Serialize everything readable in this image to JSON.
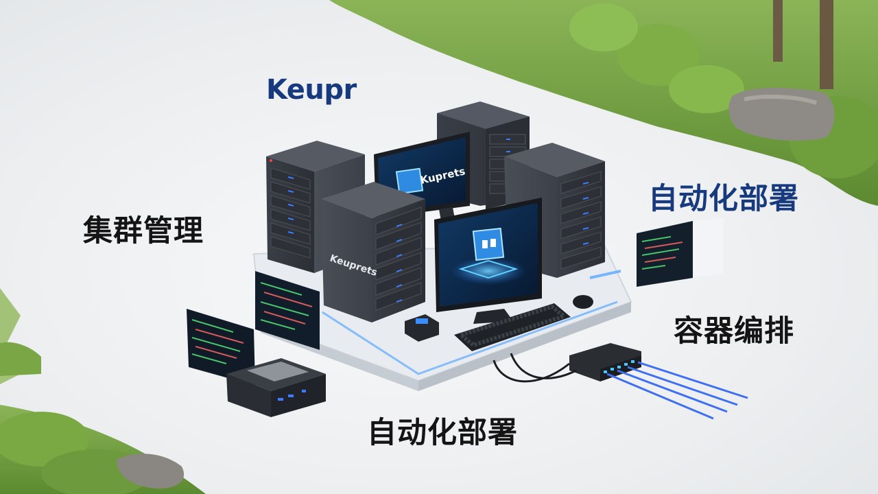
{
  "brand": {
    "title": "Keupr"
  },
  "labels": {
    "cluster_management": "集群管理",
    "auto_deploy_right": "自动化部署",
    "container_orchestration": "容器编排",
    "auto_deploy_bottom": "自动化部署"
  },
  "screens": {
    "back_monitor_text": "Kuprets",
    "tower_side_text": "Keuprets"
  },
  "colors": {
    "brand_blue": "#173a7e",
    "label_dark": "#141414",
    "server_body": "#3a3d44",
    "led_blue": "#3d7bff",
    "screen_bg": "#0c2748",
    "grass": "#6d9a3c"
  }
}
